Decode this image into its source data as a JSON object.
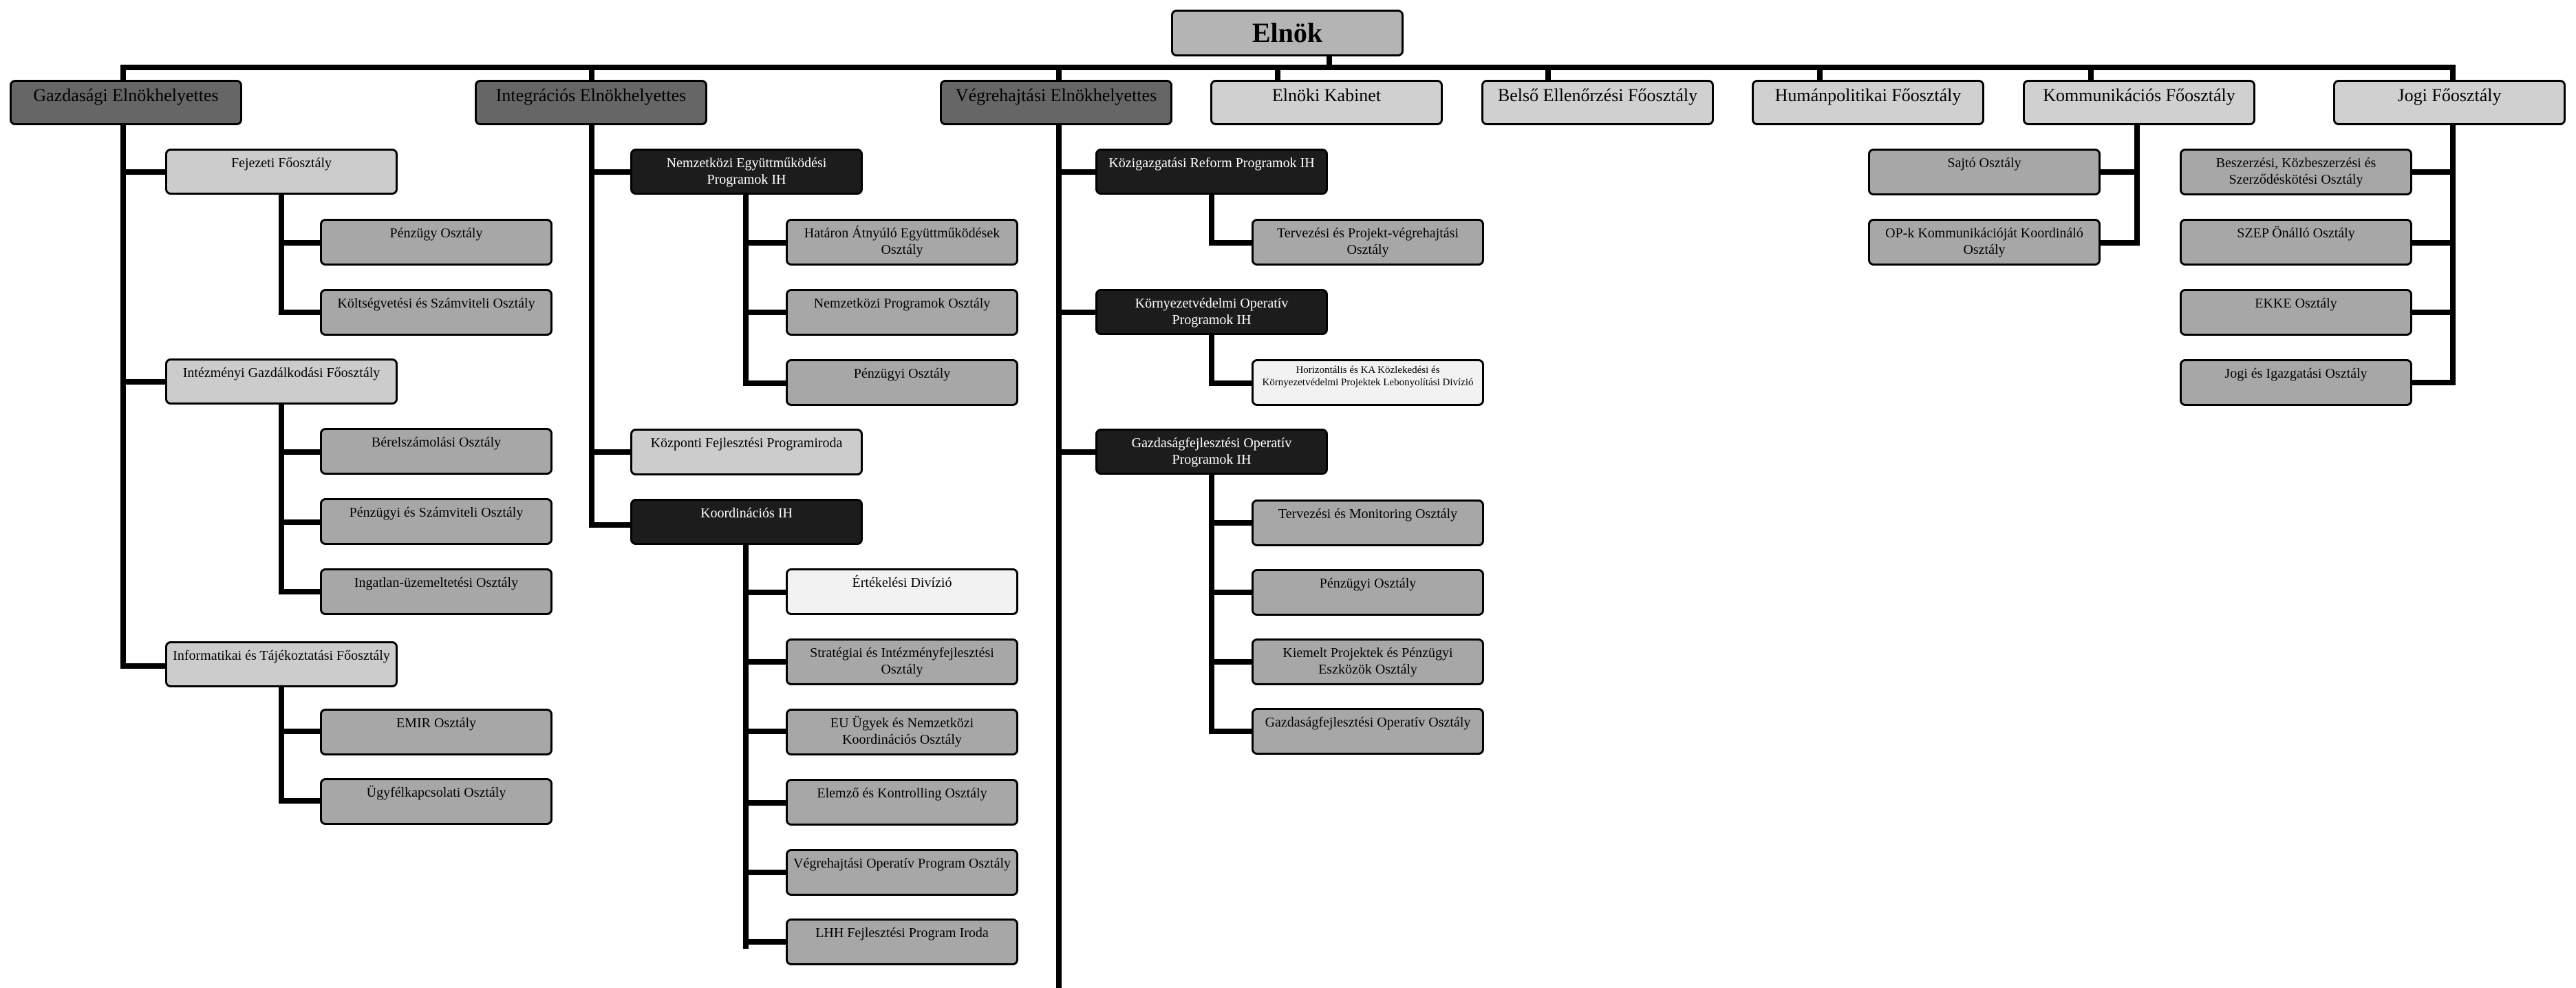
{
  "root": "Elnök",
  "top_units": {
    "gazd_vp": "Gazdasági Elnökhelyettes",
    "integ_vp": "Integrációs Elnökhelyettes",
    "vegre_vp": "Végrehajtási Elnökhelyettes",
    "kabinet": "Elnöki Kabinet",
    "belso": "Belső Ellenőrzési Főosztály",
    "human": "Humánpolitikai Főosztály",
    "kommunik": "Kommunikációs Főosztály",
    "jogi": "Jogi Főosztály"
  },
  "gazdasagi": {
    "fejezeti": "Fejezeti Főosztály",
    "penzugy": "Pénzügy Osztály",
    "koltsegvetesi": "Költségvetési és Számviteli Osztály",
    "intezmenyi": "Intézményi Gazdálkodási Főosztály",
    "berszamfejtes": "Bérelszámolási Osztály",
    "penzugyi_szamviteli": "Pénzügyi és Számviteli Osztály",
    "ingatlan": "Ingatlan-üzemeltetési Osztály",
    "informatikai": "Informatikai és Tájékoztatási Főosztály",
    "emir": "EMIR Osztály",
    "ugyfel": "Ügyfélkapcsolati Osztály"
  },
  "integracios": {
    "nemzetkozi_ih": "Nemzetközi Együttműködési Programok IH",
    "hataron": "Határon Átnyúló Együttműködések Osztály",
    "nemzetkozi_prog": "Nemzetközi Programok Osztály",
    "penzugyi": "Pénzügyi Osztály",
    "kozponti": "Központi Fejlesztési Programiroda",
    "koordinacios_ih": "Koordinációs IH",
    "ertekelesi": "Értékelési Divízió",
    "strategiai": "Stratégiai és Intézményfejlesztési Osztály",
    "eu_ugyek": "EU Ügyek és Nemzetközi Koordinációs Osztály",
    "elemzo": "Elemző és Kontrolling Osztály",
    "vegrehajtasi_op": "Végrehajtási Operatív Program Osztály",
    "lhh": "LHH Fejlesztési Program Iroda"
  },
  "vegrehajtasi": {
    "kozigazgatasi_ih": "Közigazgatási Reform Programok IH",
    "tervezesi_projekt": "Tervezési és Projekt-végrehajtási Osztály",
    "kornyezet_ih": "Környezetvédelmi Operatív Programok IH",
    "horizontalis": "Horizontális és KA Közlekedési és Környezetvédelmi Projektek Lebonyolítási Divízió",
    "gazdasagfejl_ih": "Gazdaságfejlesztési Operatív Programok IH",
    "tervezesi_monitoring": "Tervezési és Monitoring Osztály",
    "penzugyi": "Pénzügyi Osztály",
    "kiemelt": "Kiemelt Projektek és Pénzügyi Eszközök Osztály",
    "gazdasagfejl_osztaly": "Gazdaságfejlesztési Operatív Osztály"
  },
  "kommunikacios": {
    "sajto": "Sajtó Osztály",
    "op_k": "OP-k Kommunikációját Koordináló Osztály"
  },
  "jogi": {
    "beszerzesi": "Beszerzési, Közbeszerzési és Szerződéskötési Osztály",
    "szep": "SZEP Önálló Osztály",
    "ekke": "EKKE Osztály",
    "jogi_igazgatasi": "Jogi és Igazgatási Osztály"
  },
  "colors": {
    "line": "#000000",
    "top": "#b4b4b4",
    "vice_president": "#666666",
    "department": "#d0d0d0",
    "managing_authority": "#1c1c1c",
    "unit": "#a7a7a7",
    "division": "#f2f2f2"
  }
}
